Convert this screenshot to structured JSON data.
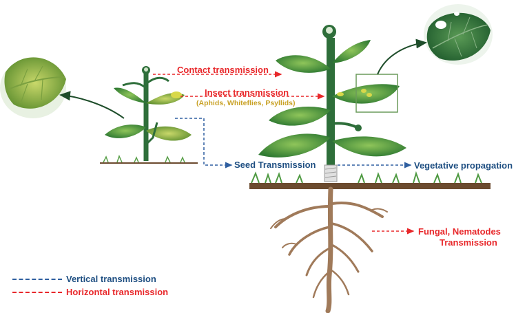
{
  "labels": {
    "contact": "Contact transmission",
    "insect": "Insect transmission",
    "insect_vectors": "(Aphids, Whiteflies, Psyllids)",
    "seed": "Seed Transmission",
    "vegetative": "Vegetative propagation",
    "fungal_line1": "Fungal, Nematodes",
    "fungal_line2": "Transmission"
  },
  "legend": {
    "vertical": "Vertical transmission",
    "horizontal": "Horizontal transmission"
  },
  "colors": {
    "vertical": "#2f5fa0",
    "horizontal": "#e8282b",
    "leaf": "#3f8a3a",
    "stem": "#2e6e3a",
    "root": "#a07a5a",
    "soil": "#6b4a2e"
  }
}
